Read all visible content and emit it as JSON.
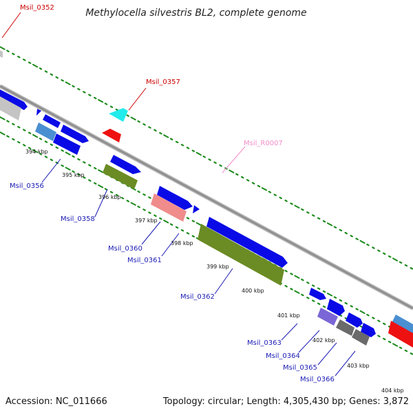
{
  "title": "Methylocella silvestris BL2, complete genome",
  "footer": {
    "accession": "Accession: NC_011666",
    "summary": "Topology: circular; Length: 4,305,430 bp; Genes: 3,872"
  },
  "colors": {
    "backbone": "#8f8f8f",
    "tick": "#1a8a1a",
    "label_blue": "#1a1ab4",
    "label_red": "#cc0000",
    "label_pink": "#f08cc8"
  },
  "kbp_labels": [
    "394 kbp",
    "395 kbp",
    "396 kbp",
    "397 kbp",
    "398 kbp",
    "399 kbp",
    "400 kbp",
    "401 kbp",
    "402 kbp",
    "403 kbp",
    "404 kbp"
  ],
  "gene_labels": [
    {
      "name": "Msil_0352",
      "color": "red"
    },
    {
      "name": "Msil_0357",
      "color": "red"
    },
    {
      "name": "Msil_R0007",
      "color": "pink"
    },
    {
      "name": "Msil_0356",
      "color": "blue"
    },
    {
      "name": "Msil_0358",
      "color": "blue"
    },
    {
      "name": "Msil_0360",
      "color": "blue"
    },
    {
      "name": "Msil_0361",
      "color": "blue"
    },
    {
      "name": "Msil_0362",
      "color": "blue"
    },
    {
      "name": "Msil_0363",
      "color": "blue"
    },
    {
      "name": "Msil_0364",
      "color": "blue"
    },
    {
      "name": "Msil_0365",
      "color": "blue"
    },
    {
      "name": "Msil_0366",
      "color": "blue"
    }
  ]
}
